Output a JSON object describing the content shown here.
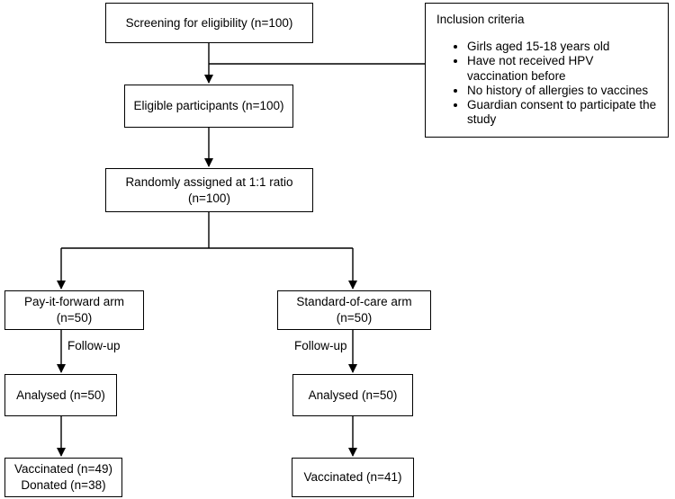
{
  "screening": "Screening for eligibility (n=100)",
  "eligible": "Eligible participants (n=100)",
  "randomized": {
    "line1": "Randomly assigned at 1:1 ratio",
    "line2": "(n=100)"
  },
  "inclusion": {
    "title": "Inclusion criteria",
    "items": [
      "Girls aged 15-18 years old",
      "Have not received HPV vaccination before",
      "No history of allergies to vaccines",
      "Guardian consent to participate the study"
    ]
  },
  "arms": {
    "left": {
      "name": {
        "line1": "Pay-it-forward arm",
        "line2": "(n=50)"
      },
      "followup": "Follow-up",
      "analysed": "Analysed (n=50)",
      "outcome": {
        "line1": "Vaccinated (n=49)",
        "line2": "Donated (n=38)"
      }
    },
    "right": {
      "name": {
        "line1": "Standard-of-care arm",
        "line2": "(n=50)"
      },
      "followup": "Follow-up",
      "analysed": "Analysed (n=50)",
      "outcome": "Vaccinated (n=41)"
    }
  }
}
